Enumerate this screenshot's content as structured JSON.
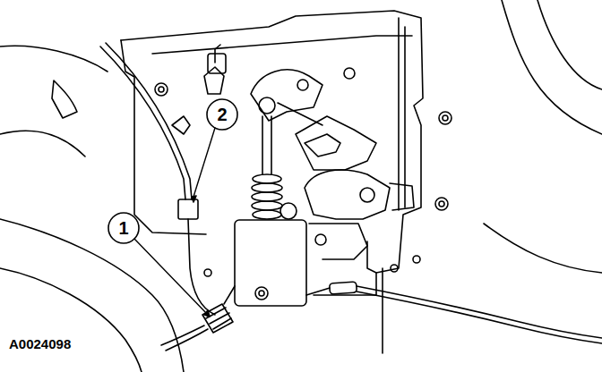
{
  "diagram": {
    "labels": [
      "1",
      "2",
      "A0024098"
    ]
  }
}
